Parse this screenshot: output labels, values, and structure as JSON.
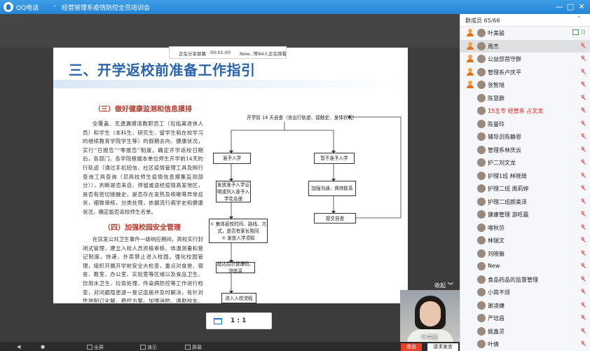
{
  "titlebar": {
    "app_name": "QQ电话",
    "separator": "-",
    "course_title": "经营管理系疫情防控全员培训会",
    "minimize_label": "—",
    "maximize_label": "□",
    "close_label": "✕"
  },
  "status_popup": {
    "label": "正在分享屏幕",
    "timer": "00:01:00",
    "viewers": "New...等84人正在观看"
  },
  "slide": {
    "title": "三、开学返校前准备工作指引",
    "section1_heading": "（三）做好健康监测和信息摸排",
    "section1_text": "全覆盖、无遗漏摸清教职员工（包括离退休人员）和学生（本科生、研究生、留学生和在校学习的继续教育学院学生等）的假期去向、健康状况，实行“日报告”“零报告”制度。确定开学返校日期后，各部门、各学院根据本单位师生开学前14天的行轨迹（通过手机短信、社区疫情管理工具及网行查询工具查询（见高校师生疫情信息摸集监测部分）），判断是否来自、停留或途经疫情高发地区，是否有密切接触史，是否存在发热及咳嗽等异常症状，细致审核，分类处理，依据流行病学史和健康状况，确定能否返校师生名单。",
    "section2_heading": "（四）加强校园安全管理",
    "section2_text": "在突发公共卫生事件一级响应期间，高校实行封闭式管理，建立入校人员资格审核、体温测量和登记制度，快递、外卖禁止进入校园。强化校园管理，组织开展开学前安全大检查，重点对食堂、宿舍、教室、办公室、实验室等区域以及食品卫生、饮用水卫生、垃圾处理、传染病防控等工作进行检查，对问题隐患逐一登记造册并及时解决，有针对性地制订化解、稳控方案。加强消防、通勤校车、实验室安全控制和危险化学品管理。",
    "flow_top": "开学前 14 天自查（含出行轨迹、接触史、身体状况）",
    "flow_left_1": "准予入学",
    "flow_left_2": "发放准予入学证明或列入准予入学花名册",
    "flow_left_3_a": "① 集体返校时间、路线、方式，是否有家长陪同",
    "flow_left_3_b": "② 发放入学须知",
    "flow_left_4": "抵达后示健康码、测体温",
    "flow_left_5": "进入入校流程",
    "flow_right_1": "暂不准予入学",
    "flow_right_2": "加强沟通，保持联系",
    "flow_right_3": "提交自查"
  },
  "zoom": {
    "value": "1 : 1"
  },
  "collapse": {
    "label": "收起",
    "icon": "collapse-chevron-icon"
  },
  "webcam": {
    "name": "叶美骏"
  },
  "bottombar": {
    "items": [
      "全屏",
      "演示",
      "屏幕"
    ],
    "exit_label": "退出",
    "mic_label": "请求发言"
  },
  "members": {
    "count_label": "群成员 65/66",
    "list": [
      {
        "name": "叶美骏",
        "type": "person",
        "share": true,
        "selected": false,
        "highlight": false
      },
      {
        "name": "周杰",
        "type": "person",
        "share": false,
        "selected": true,
        "highlight": false
      },
      {
        "name": "公益部首守群",
        "type": "person",
        "share": false,
        "selected": false,
        "highlight": false
      },
      {
        "name": "管理系卢庆平",
        "type": "person",
        "share": false,
        "selected": false,
        "highlight": false
      },
      {
        "name": "张智旭",
        "type": "person",
        "share": false,
        "selected": false,
        "highlight": false
      },
      {
        "name": "陈慧群",
        "type": "avatar",
        "share": false,
        "selected": false,
        "highlight": false
      },
      {
        "name": "15五专 经管系 占文龙",
        "type": "avatar",
        "share": false,
        "selected": false,
        "highlight": true
      },
      {
        "name": "陈曼玲",
        "type": "avatar",
        "share": false,
        "selected": false,
        "highlight": false
      },
      {
        "name": "辅导员陈静恩",
        "type": "avatar",
        "share": false,
        "selected": false,
        "highlight": false
      },
      {
        "name": "管理系林庆云",
        "type": "avatar",
        "share": false,
        "selected": false,
        "highlight": false
      },
      {
        "name": "护二刘文龙",
        "type": "avatar",
        "share": false,
        "selected": false,
        "highlight": false
      },
      {
        "name": "护理1班 林晓琦",
        "type": "avatar",
        "share": false,
        "selected": false,
        "highlight": false
      },
      {
        "name": "护理二班 周莉婷",
        "type": "avatar",
        "share": false,
        "selected": false,
        "highlight": false
      },
      {
        "name": "护理二班颜美泽",
        "type": "avatar",
        "share": false,
        "selected": false,
        "highlight": false
      },
      {
        "name": "健康管理 游旺磊",
        "type": "avatar",
        "share": false,
        "selected": false,
        "highlight": false
      },
      {
        "name": "喀秋莎",
        "type": "avatar",
        "share": false,
        "selected": false,
        "highlight": false
      },
      {
        "name": "林瑞文",
        "type": "avatar",
        "share": false,
        "selected": false,
        "highlight": false
      },
      {
        "name": "刘晓徽",
        "type": "avatar",
        "share": false,
        "selected": false,
        "highlight": false
      },
      {
        "name": "New",
        "type": "avatar",
        "share": false,
        "selected": false,
        "highlight": false
      },
      {
        "name": "食品药品的监督管理",
        "type": "avatar",
        "share": false,
        "selected": false,
        "highlight": false
      },
      {
        "name": "小简不烦",
        "type": "avatar",
        "share": false,
        "selected": false,
        "highlight": false
      },
      {
        "name": "谢凌婕",
        "type": "avatar",
        "share": false,
        "selected": false,
        "highlight": false
      },
      {
        "name": "严培昌",
        "type": "avatar",
        "share": false,
        "selected": false,
        "highlight": false
      },
      {
        "name": "姚鑫灵",
        "type": "avatar",
        "share": false,
        "selected": false,
        "highlight": false
      },
      {
        "name": "叶倩",
        "type": "avatar",
        "share": false,
        "selected": false,
        "highlight": false
      }
    ]
  },
  "colors": {
    "titlebar": "#2384d6",
    "slide_title": "#2b63a8",
    "section_heading": "#b03a2e",
    "exit_button": "#e8412f",
    "member_highlight": "#e02020"
  }
}
